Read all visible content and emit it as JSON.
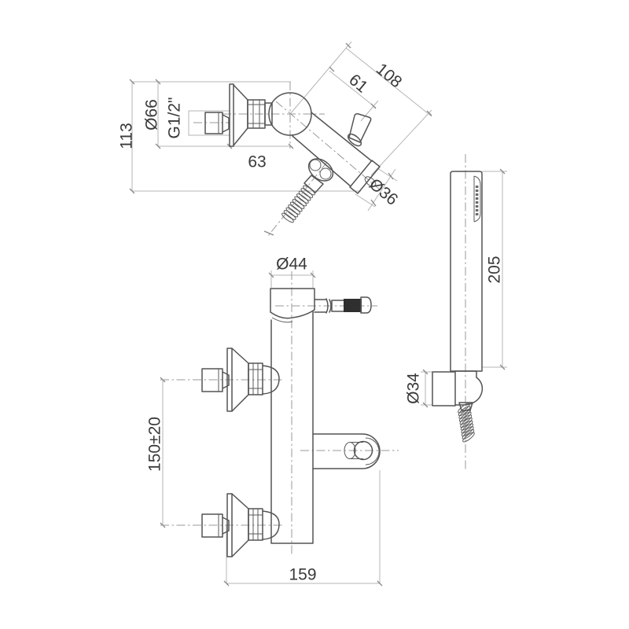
{
  "drawing": {
    "type": "technical-dimension-drawing",
    "subject": "Wall-mounted bath/shower mixer with hand shower set",
    "background": "#ffffff",
    "line_colors": {
      "object": "#545454",
      "dimension": "#b5b5b5",
      "centerline": "#9a9a9a",
      "text": "#3a3a3a",
      "knurl_fill": "#2f2f2f"
    },
    "views": {
      "side": {
        "name": "mixer side view",
        "labels": {
          "height": "113",
          "flange_diameter": "Ø66",
          "connection_thread": "G1/2\"",
          "wall_to_axis": "63",
          "axis_to_lever": "61",
          "body_length": "108",
          "body_diameter": "Ø36"
        }
      },
      "front": {
        "name": "mixer front view",
        "labels": {
          "body_diameter": "Ø44",
          "inlet_spacing": "150±20",
          "overall_width": "159"
        }
      },
      "hand_shower": {
        "name": "hand shower with wall holder",
        "labels": {
          "handle_length": "205",
          "holder_diameter": "Ø34"
        }
      }
    }
  }
}
